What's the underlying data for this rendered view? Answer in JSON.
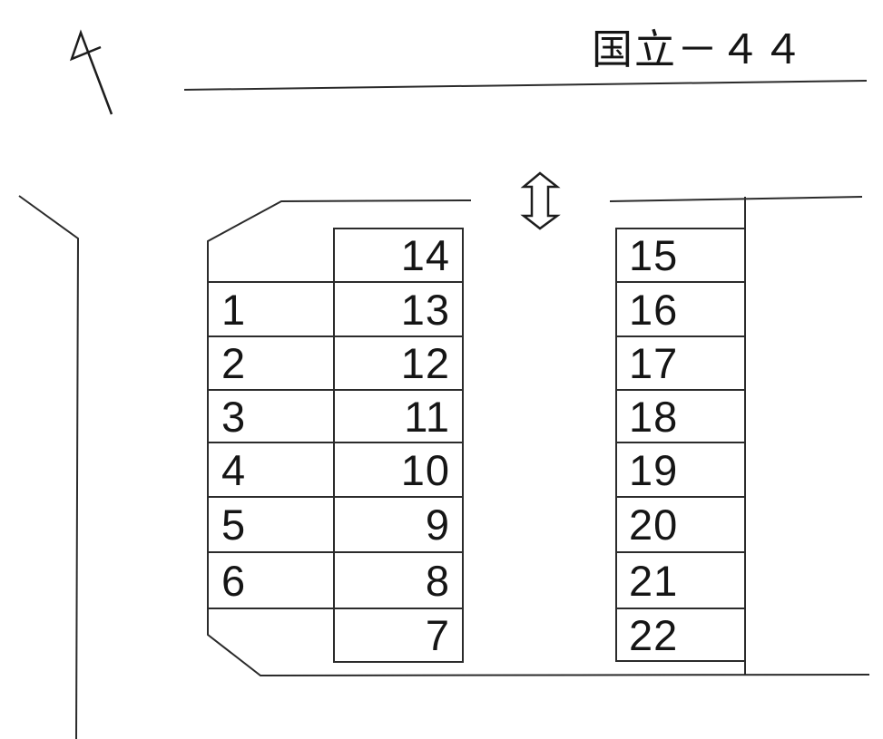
{
  "title": "国立－４４",
  "colors": {
    "background": "#ffffff",
    "line": "#2b2b2b",
    "text": "#151515"
  },
  "icons": {
    "north_arrow": "north-arrow-icon",
    "entrance_arrow": "two-way-vertical-arrow-icon"
  },
  "left_block": {
    "front_row": [
      "1",
      "2",
      "3",
      "4",
      "5",
      "6"
    ],
    "back_row": [
      "14",
      "13",
      "12",
      "11",
      "10",
      "9",
      "8",
      "7"
    ]
  },
  "right_block": {
    "spaces": [
      "15",
      "16",
      "17",
      "18",
      "19",
      "20",
      "21",
      "22"
    ]
  }
}
